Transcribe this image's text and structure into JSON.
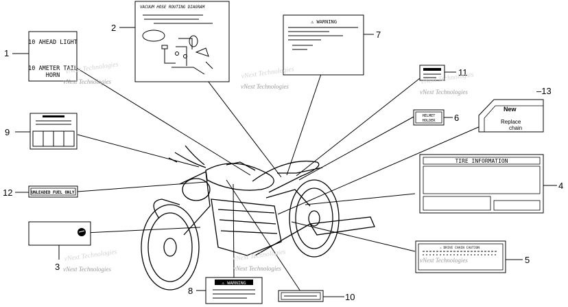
{
  "parts": [
    {
      "id": "p1",
      "number": "1"
    },
    {
      "id": "p2",
      "number": "2"
    },
    {
      "id": "p3",
      "number": "3"
    },
    {
      "id": "p4",
      "number": "4"
    },
    {
      "id": "p5",
      "number": "5"
    },
    {
      "id": "p6",
      "number": "6"
    },
    {
      "id": "p7",
      "number": "7"
    },
    {
      "id": "p8",
      "number": "8"
    },
    {
      "id": "p9",
      "number": "9"
    },
    {
      "id": "p10",
      "number": "10"
    },
    {
      "id": "p11",
      "number": "11"
    },
    {
      "id": "p12",
      "number": "12"
    },
    {
      "id": "p13",
      "number": "–13"
    }
  ],
  "labels": {
    "headlight_top": "10 AHEAD LIGHT",
    "headlight_bottom_1": "10 AMETER TAIL",
    "headlight_bottom_2": "HORN",
    "vacuum_title": "VACUUM HOSE ROUTING DIAGRAM",
    "warning_7": "⚠ WARNING",
    "helmet_holder_1": "HELMET",
    "helmet_holder_2": "HOLDER",
    "new_text": "New",
    "replace_chain_1": "Replace",
    "replace_chain_2": "chain",
    "tire_info": "TIRE  INFORMATION",
    "unleaded_fuel": "UNLEADED FUEL ONLY",
    "drive_chain_caution": "⚠ DRIVE CHAIN CAUTION",
    "warning_8": "⚠ WARNING"
  },
  "watermark": "vNext Technologies"
}
